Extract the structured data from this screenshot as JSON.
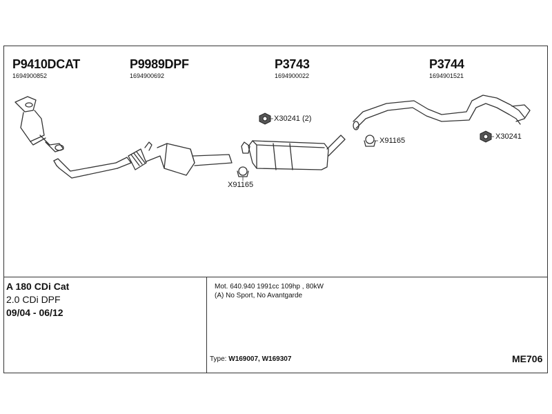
{
  "parts": [
    {
      "code": "P9410DCAT",
      "number": "1694900852"
    },
    {
      "code": "P9989DPF",
      "number": "1694900692"
    },
    {
      "code": "P3743",
      "number": "1694900022"
    },
    {
      "code": "P3744",
      "number": "1694901521"
    }
  ],
  "callouts": {
    "nut_mid": "X30241 (2)",
    "clamp_mid": "X91165",
    "clamp_rear": "X91165",
    "nut_rear": "X30241"
  },
  "vehicle": {
    "model": "A 180 CDi Cat",
    "engine": "2.0 CDi DPF",
    "years": "09/04 - 06/12"
  },
  "notes": {
    "motor": "Mot. 640.940 1991cc 109hp , 80kW",
    "restriction": "(A) No Sport, No Avantgarde"
  },
  "type": {
    "label": "Type:",
    "value": "W169007, W169307"
  },
  "diagram_code": "ME706"
}
